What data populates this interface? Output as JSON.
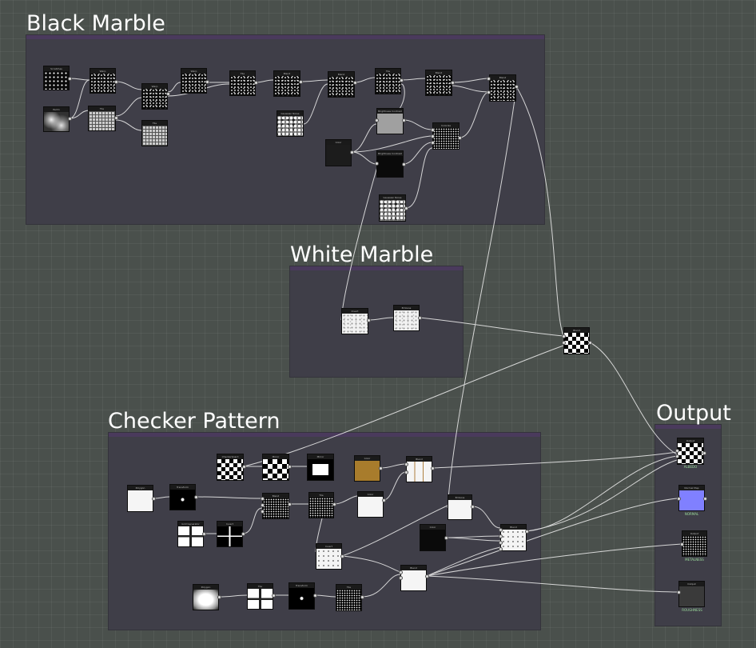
{
  "groups": {
    "black_marble": "Black Marble",
    "white_marble": "White Marble",
    "checker": "Checker Pattern",
    "output": "Output"
  },
  "nodes": {
    "bm_n1": "Scratches",
    "bm_n2": "Perlin",
    "bm_n3": "Warp",
    "bm_n4": "Tile",
    "bm_n5": "Warp",
    "bm_n6": "Tile",
    "bm_n7": "Warp",
    "bm_n8": "Tile",
    "bm_n9": "Blend",
    "bm_n10": "Gaussian Noise",
    "bm_n11": "Blend",
    "bm_n12": "Tile",
    "bm_n13": "Brightness Contrast",
    "bm_n14": "Colorize",
    "bm_n15": "Blend",
    "bm_n16": "Color",
    "bm_n17": "Brightness Contrast",
    "bm_n18": "Blend",
    "bm_n19": "Gaussian Noise",
    "wm_n1": "Invert",
    "wm_n2": "Emboss",
    "mix": "Blend",
    "cp_n1": "Checkerboard",
    "cp_n2": "Mirror",
    "cp_n3": "Mirror",
    "cp_n4": "Color",
    "cp_n5": "Blend",
    "cp_n6": "Polygon",
    "cp_n7": "Transform",
    "cp_n8": "Blend",
    "cp_n9": "Tile",
    "cp_n10": "Color",
    "cp_n11": "Grid Generator",
    "cp_n12": "Invert",
    "cp_n13": "Emboss",
    "cp_n14": "Color",
    "cp_n15": "Blend",
    "cp_n16": "Invert",
    "cp_n17": "Polygon",
    "cp_n18": "Tile",
    "cp_n19": "Transform",
    "cp_n20": "Tile",
    "cp_n21": "Blend",
    "out1": "Output",
    "out2": "Normal Map",
    "out3": "Output",
    "out4": "Output"
  },
  "output_labels": {
    "albedo": "ALBEDO",
    "normal": "NORMAL",
    "metalness": "METALNESS",
    "roughness": "ROUGHNESS"
  }
}
